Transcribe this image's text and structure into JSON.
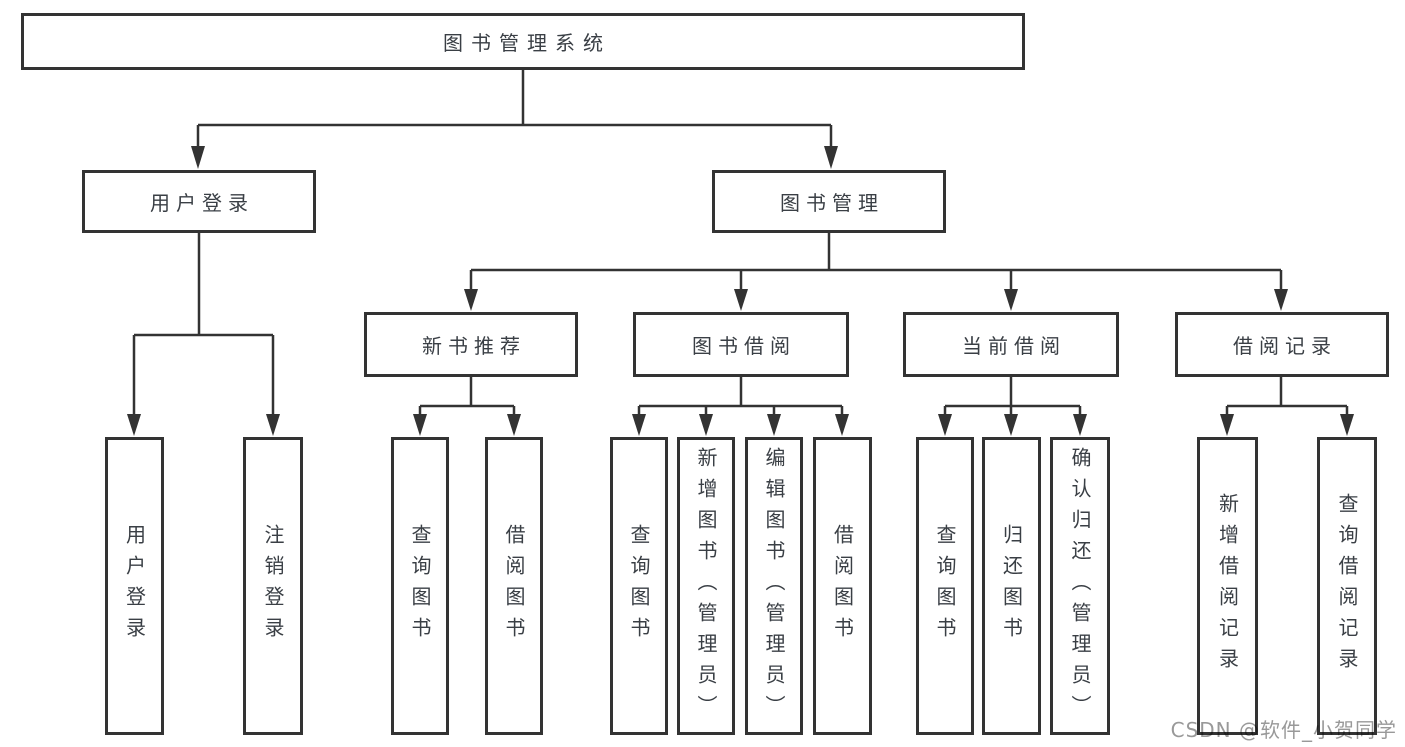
{
  "tree": {
    "root": "图书管理系统",
    "children": [
      {
        "label": "用户登录",
        "children": [
          "用户登录",
          "注销登录"
        ]
      },
      {
        "label": "图书管理",
        "children": [
          {
            "label": "新书推荐",
            "children": [
              "查询图书",
              "借阅图书"
            ]
          },
          {
            "label": "图书借阅",
            "children": [
              "查询图书",
              "新增图书（管理员）",
              "编辑图书（管理员）",
              "借阅图书"
            ]
          },
          {
            "label": "当前借阅",
            "children": [
              "查询图书",
              "归还图书",
              "确认归还（管理员）"
            ]
          },
          {
            "label": "借阅记录",
            "children": [
              "新增借阅记录",
              "查询借阅记录"
            ]
          }
        ]
      }
    ]
  },
  "watermark": "CSDN @软件_小贺同学",
  "colors": {
    "line": "#333333",
    "box_border": "#333333",
    "box_fill": "#ffffff",
    "text": "#3a3f45",
    "watermark": "#999999",
    "background": "#ffffff"
  }
}
